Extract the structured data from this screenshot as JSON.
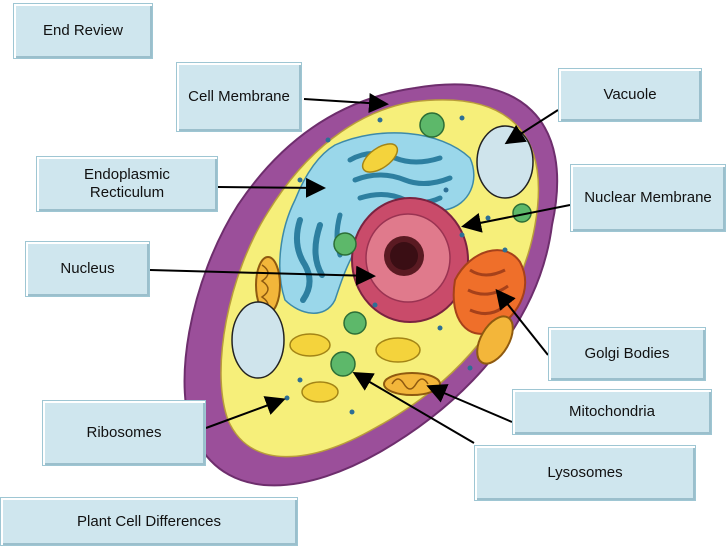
{
  "buttons": {
    "end_review": "End Review",
    "plant_cell_differences": "Plant Cell Differences"
  },
  "labels": {
    "cell_membrane": "Cell Membrane",
    "vacuole": "Vacuole",
    "endoplasmic_reticulum": "Endoplasmic\nRecticulum",
    "nuclear_membrane": "Nuclear Membrane",
    "nucleus": "Nucleus",
    "golgi_bodies": "Golgi Bodies",
    "mitochondria": "Mitochondria",
    "ribosomes": "Ribosomes",
    "lysosomes": "Lysosomes"
  },
  "colors": {
    "label_box": "#cfe6ee",
    "cell_wall": "#9b4f9a",
    "cytoplasm": "#f6ef7a",
    "er": "#9ad7ea",
    "nucleus": "#c94b6a",
    "golgi": "#ef6f2a",
    "lysosome": "#5db86a",
    "vacuole": "#cfe4ec"
  }
}
